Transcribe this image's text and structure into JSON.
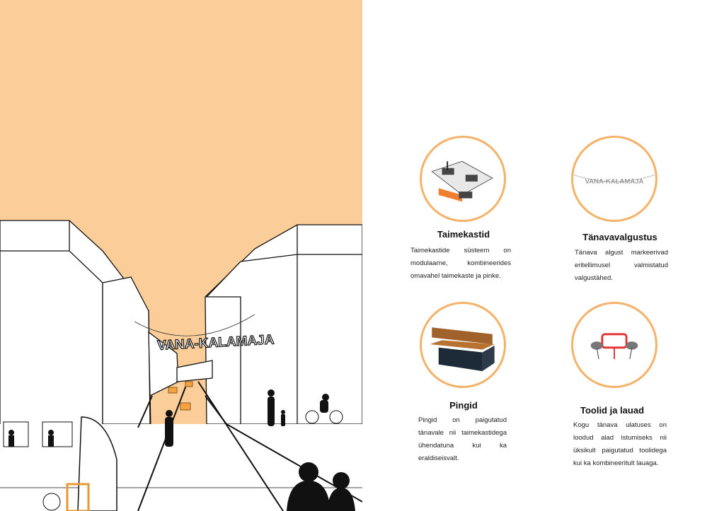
{
  "scene": {
    "sign_text": "VANA-KALAMAJA",
    "sky_color": "#fbcd98"
  },
  "features": [
    {
      "title": "Taimekastid",
      "text": "Taimekastide süsteem on modulaarne, kombineerides omavahel taimekaste ja pinke.",
      "icon": "planter-boxes-icon"
    },
    {
      "title": "Tänavavalgustus",
      "text": "Tänava algust markeerivad eritellimusel valmistatud valgustähed.",
      "icon": "street-light-sign-icon",
      "sign_text": "VANA-KALAMAJA"
    },
    {
      "title": "Pingid",
      "text": "Pingid on paigutatud tänavale nii taimekastidega ühendatuna kui ka eraldiseisvalt.",
      "icon": "bench-icon"
    },
    {
      "title": "Toolid ja lauad",
      "text": "Kogu tänava ulatuses on loodud alad istumiseks nii üksikult paigutatud toolidega kui ka kombineeritult lauaga.",
      "icon": "tables-chairs-icon"
    }
  ],
  "accent_color": "#f5b268"
}
